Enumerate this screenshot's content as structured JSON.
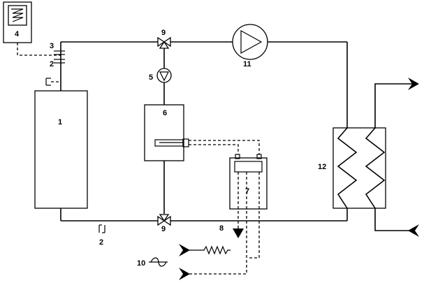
{
  "labels": {
    "battery": "1",
    "sensor_a": "2",
    "sensor_b": "2",
    "connector": "3",
    "controller": "4",
    "small_pump": "5",
    "tank": "6",
    "unit7": "7",
    "outlet8": "8",
    "valve_top": "9",
    "valve_bottom": "9",
    "power10": "10",
    "main_pump": "11",
    "exchanger": "12"
  }
}
